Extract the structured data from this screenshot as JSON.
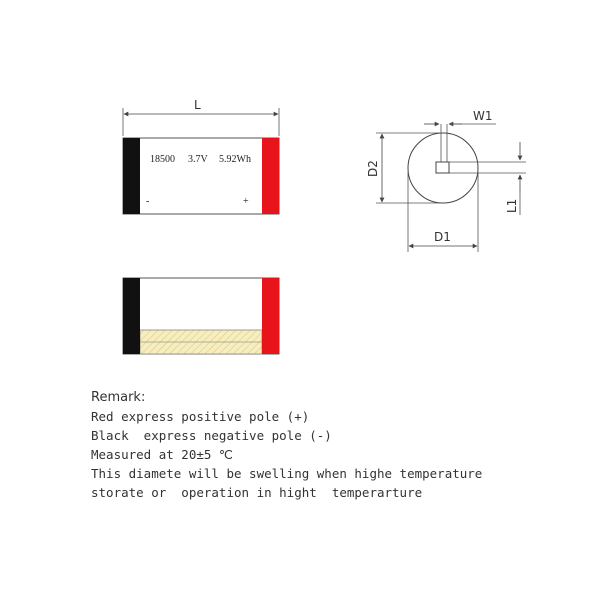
{
  "cell": {
    "model": "18500",
    "voltage": "3.7V",
    "energy": "5.92Wh",
    "negative_mark": "-",
    "positive_mark": "+"
  },
  "dimensions": {
    "length": "L",
    "width_w1": "W1",
    "diameter_d1": "D1",
    "diameter_d2": "D2",
    "length_l1": "L1"
  },
  "colors": {
    "positive_pole": "#e8141c",
    "negative_pole": "#111111",
    "insulation_band": "#f7eec0"
  },
  "remark": {
    "title": "Remark:",
    "lines": [
      "Red express positive pole (+)",
      "Black  express negative pole (-)",
      "Measured at 20±5 ℃",
      "This diamete will be swelling when highe temperature",
      "storate or  operation in hight  temperarture"
    ]
  }
}
